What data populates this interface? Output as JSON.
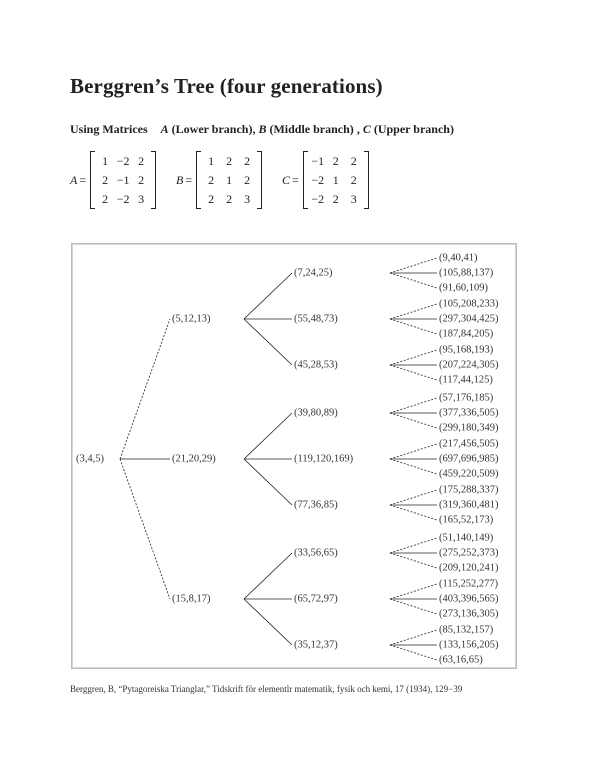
{
  "title": "Berggren’s Tree (four generations)",
  "subtitle": {
    "prefix": "Using Matrices",
    "a_name": "A",
    "a_desc": "(Lower branch)",
    "sep1": ",",
    "b_name": "B",
    "b_desc": "(Middle branch)",
    "sep2": ",",
    "c_name": "C",
    "c_desc": "(Upper branch)"
  },
  "matrices": [
    {
      "name": "A",
      "eq": "=",
      "cells": [
        "1",
        "−2",
        "2",
        "2",
        "−1",
        "2",
        "2",
        "−2",
        "3"
      ]
    },
    {
      "name": "B",
      "eq": "=",
      "cells": [
        "1",
        "2",
        "2",
        "2",
        "1",
        "2",
        "2",
        "2",
        "3"
      ]
    },
    {
      "name": "C",
      "eq": "=",
      "cells": [
        "−1",
        "2",
        "2",
        "−2",
        "1",
        "2",
        "−2",
        "2",
        "3"
      ]
    }
  ],
  "tree": {
    "root": "(3,4,5)",
    "children": [
      {
        "label": "(5,12,13)",
        "children": [
          {
            "label": "(7,24,25)",
            "children": [
              "(9,40,41)",
              "(105,88,137)",
              "(91,60,109)"
            ]
          },
          {
            "label": "(55,48,73)",
            "children": [
              "(105,208,233)",
              "(297,304,425)",
              "(187,84,205)"
            ]
          },
          {
            "label": "(45,28,53)",
            "children": [
              "(95,168,193)",
              "(207,224,305)",
              "(117,44,125)"
            ]
          }
        ]
      },
      {
        "label": "(21,20,29)",
        "children": [
          {
            "label": "(39,80,89)",
            "children": [
              "(57,176,185)",
              "(377,336,505)",
              "(299,180,349)"
            ]
          },
          {
            "label": "(119,120,169)",
            "children": [
              "(217,456,505)",
              "(697,696,985)",
              "(459,220,509)"
            ]
          },
          {
            "label": "(77,36,85)",
            "children": [
              "(175,288,337)",
              "(319,360,481)",
              "(165,52,173)"
            ]
          }
        ]
      },
      {
        "label": "(15,8,17)",
        "children": [
          {
            "label": "(33,56,65)",
            "children": [
              "(51,140,149)",
              "(275,252,373)",
              "(209,120,241)"
            ]
          },
          {
            "label": "(65,72,97)",
            "children": [
              "(115,252,277)",
              "(403,396,565)",
              "(273,136,305)"
            ]
          },
          {
            "label": "(35,12,37)",
            "children": [
              "(85,132,157)",
              "(133,156,205)",
              "(63,16,65)"
            ]
          }
        ]
      }
    ]
  },
  "footer": "Berggren, B, “Pytagoreiska Trianglar,” Tidskrift för elementlr matematik, fysik och kemi, 17 (1934), 129−39"
}
